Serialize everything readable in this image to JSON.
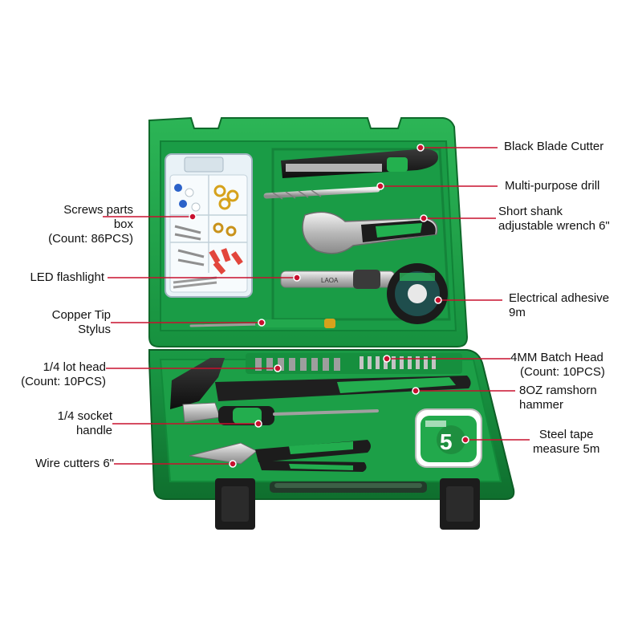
{
  "colors": {
    "case_green": "#1fa34a",
    "case_dark": "#137a34",
    "case_light": "#2dbd5a",
    "leader_line": "#c8102e",
    "handle_black": "#1c1c1c"
  },
  "callouts": {
    "black_blade_cutter": "Black Blade Cutter",
    "multi_purpose_drill": "Multi-purpose drill",
    "short_shank_wrench_l1": "Short shank",
    "short_shank_wrench_l2": "adjustable wrench 6\"",
    "electrical_adhesive_l1": "Electrical adhesive",
    "electrical_adhesive_l2": "9m",
    "batch_head_l1": "4MM Batch Head",
    "batch_head_l2": "(Count: 10PCS)",
    "ramshorn_hammer_l1": "8OZ ramshorn",
    "ramshorn_hammer_l2": "hammer",
    "steel_tape_l1": "Steel tape",
    "steel_tape_l2": "measure 5m",
    "screws_box_l1": "Screws parts",
    "screws_box_l2": "box",
    "screws_box_l3": "(Count: 86PCS)",
    "led_flashlight": "LED flashlight",
    "copper_stylus_l1": "Copper Tip",
    "copper_stylus_l2": "Stylus",
    "lot_head_l1": "1/4 lot head",
    "lot_head_l2": "(Count: 10PCS)",
    "socket_handle_l1": "1/4 socket",
    "socket_handle_l2": "handle",
    "wire_cutters": "Wire cutters 6\""
  },
  "product_marks": {
    "brand": "LAOA",
    "tape_size": "5"
  }
}
